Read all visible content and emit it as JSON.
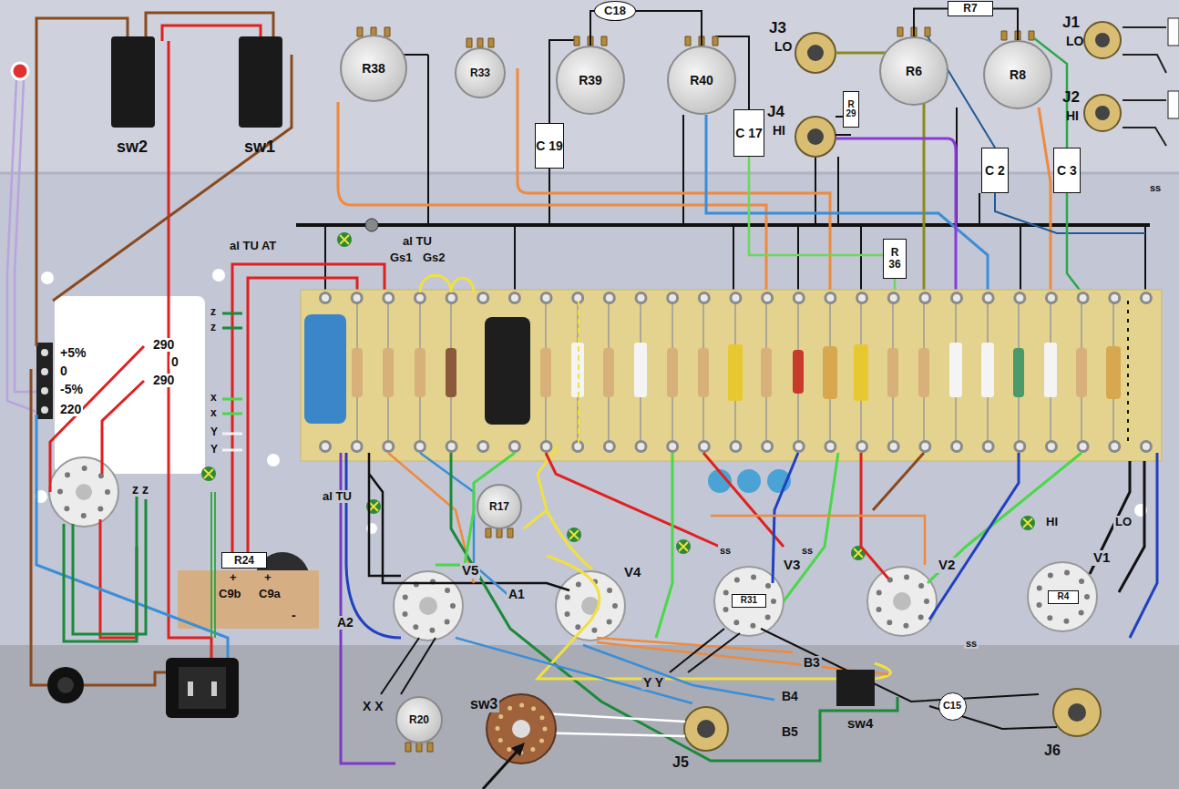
{
  "diagram": {
    "nodes": [
      {
        "text": [
          "C18"
        ]
      },
      {
        "text": [
          "R38"
        ]
      },
      {
        "text": [
          "R33"
        ]
      },
      {
        "text": [
          "R39"
        ]
      },
      {
        "text": [
          "R40"
        ]
      },
      {
        "text": [
          "R6"
        ]
      },
      {
        "text": [
          "R8"
        ]
      },
      {
        "text": [
          "R7"
        ]
      },
      {
        "text": [
          "C 19"
        ]
      },
      {
        "text": [
          "C 17"
        ]
      },
      {
        "text": [
          "R 29"
        ]
      },
      {
        "text": [
          "C 2"
        ]
      },
      {
        "text": [
          "C 3"
        ]
      },
      {
        "text": [
          "R 36"
        ]
      },
      {
        "text": [
          "R17"
        ]
      },
      {
        "text": [
          "R24"
        ]
      },
      {
        "text": [
          "R31"
        ]
      },
      {
        "text": [
          "R4"
        ]
      },
      {
        "text": [
          "R20"
        ]
      },
      {
        "text": [
          "C15"
        ]
      }
    ],
    "edges": [
      {
        "from": 0,
        "to": 3,
        "arrow": "none"
      },
      {
        "from": 0,
        "to": 4,
        "arrow": "none"
      },
      {
        "from": 7,
        "to": 5,
        "arrow": "none"
      },
      {
        "from": 7,
        "to": 6,
        "arrow": "none"
      }
    ],
    "labels": [
      "sw2",
      "sw1",
      "J3",
      "LO",
      "J4",
      "HI",
      "J1",
      "LO",
      "J2",
      "HI",
      "al TU AT",
      "al TU",
      "Gs1",
      "Gs2",
      "+5%",
      "0",
      "-5%",
      "220",
      "290",
      "0",
      "290",
      "z",
      "z",
      "x",
      "x",
      "Y",
      "Y",
      "z z",
      "al TU",
      "+",
      "C9b",
      "+",
      "C9a",
      "-",
      "A2",
      "A1",
      "V5",
      "V4",
      "V3",
      "V2",
      "V1",
      "HI",
      "LO",
      "X X",
      "Y Y",
      "B3",
      "B4",
      "B5",
      "sw3",
      "sw4",
      "J5",
      "J6",
      "ss",
      "ss",
      "ss",
      "ss"
    ]
  }
}
